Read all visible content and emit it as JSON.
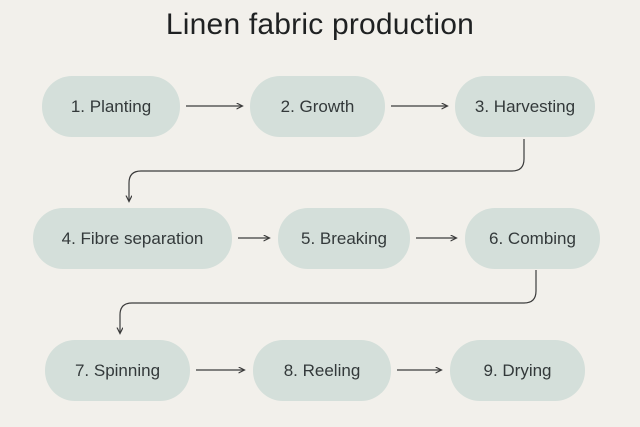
{
  "title": "Linen fabric production",
  "colors": {
    "background": "#f2f0eb",
    "node_fill": "#d4dfda",
    "text": "#33393a",
    "line": "#3c3c3c"
  },
  "steps": [
    {
      "label": "1. Planting"
    },
    {
      "label": "2. Growth"
    },
    {
      "label": "3. Harvesting"
    },
    {
      "label": "4. Fibre separation"
    },
    {
      "label": "5. Breaking"
    },
    {
      "label": "6. Combing"
    },
    {
      "label": "7. Spinning"
    },
    {
      "label": "8. Reeling"
    },
    {
      "label": "9. Drying"
    }
  ],
  "edges": [
    [
      1,
      2
    ],
    [
      2,
      3
    ],
    [
      3,
      4
    ],
    [
      4,
      5
    ],
    [
      5,
      6
    ],
    [
      6,
      7
    ],
    [
      7,
      8
    ],
    [
      8,
      9
    ]
  ]
}
